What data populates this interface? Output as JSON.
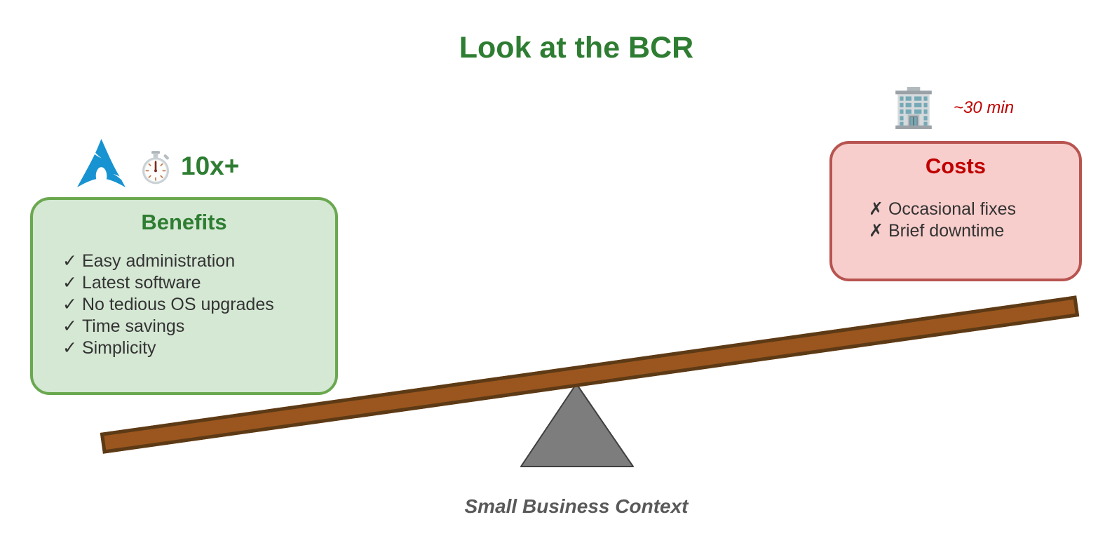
{
  "title": {
    "text": "Look at the BCR"
  },
  "benefits": {
    "heading": "Benefits",
    "bullet": "✓",
    "items": [
      "Easy administration",
      "Latest software",
      "No tedious OS upgrades",
      "Time savings",
      "Simplicity"
    ],
    "badge": {
      "logo_icon": "arch-linux-logo",
      "metric_icon": "stopwatch",
      "metric": "10x+"
    }
  },
  "costs": {
    "heading": "Costs",
    "bullet": "✗",
    "items": [
      "Occasional fixes",
      "Brief downtime"
    ],
    "badge": {
      "icon": "office-building",
      "metric": "~30 min"
    }
  },
  "caption": {
    "text": "Small Business Context"
  },
  "colors": {
    "title_green": "#2e7d32",
    "benefit_fill": "#d5e8d4",
    "benefit_border": "#6aa84f",
    "cost_fill": "#f8cecc",
    "cost_border": "#b85450",
    "cost_red": "#c00000",
    "plank_fill": "#9a561e",
    "plank_border": "#5d3a16",
    "fulcrum_gray": "#7d7d7d",
    "arch_blue": "#1793d1",
    "text_dark": "#333333",
    "caption_gray": "#595959"
  }
}
